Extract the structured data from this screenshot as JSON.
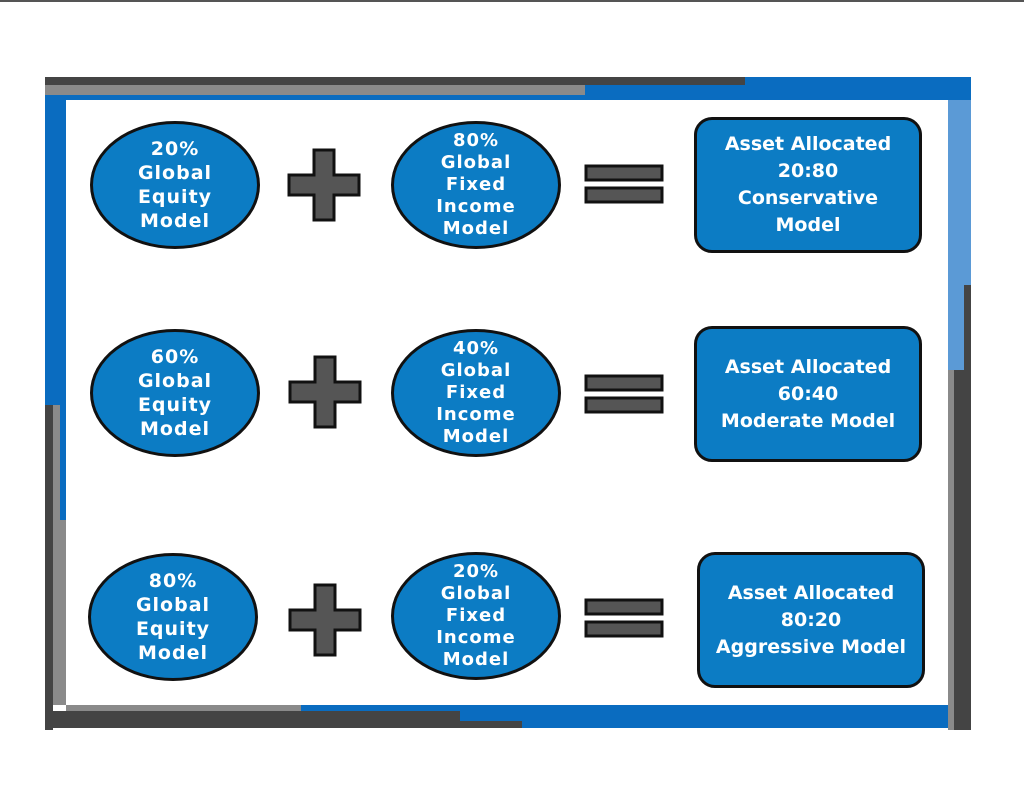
{
  "rows": [
    {
      "equity": {
        "line1": "20%",
        "line2": "Global",
        "line3": "Equity",
        "line4": "Model"
      },
      "fixed": {
        "line1": "80%",
        "line2": "Global",
        "line3": "Fixed",
        "line4": "Income",
        "line5": "Model"
      },
      "result": {
        "line1": "Asset Allocated",
        "line2": "20:80",
        "line3": "Conservative",
        "line4": "Model"
      }
    },
    {
      "equity": {
        "line1": "60%",
        "line2": "Global",
        "line3": "Equity",
        "line4": "Model"
      },
      "fixed": {
        "line1": "40%",
        "line2": "Global",
        "line3": "Fixed",
        "line4": "Income",
        "line5": "Model"
      },
      "result": {
        "line1": "Asset Allocated",
        "line2": "60:40",
        "line3": "Moderate Model"
      }
    },
    {
      "equity": {
        "line1": "80%",
        "line2": "Global",
        "line3": "Equity",
        "line4": "Model"
      },
      "fixed": {
        "line1": "20%",
        "line2": "Global",
        "line3": "Fixed",
        "line4": "Income",
        "line5": "Model"
      },
      "result": {
        "line1": "Asset Allocated",
        "line2": "80:20",
        "line3": "Aggressive Model"
      }
    }
  ],
  "colors": {
    "node_fill": "#0c7cc4",
    "operator_fill": "#555555",
    "frame_blue": "#0a6cc0",
    "frame_light_blue": "#5b9ad6",
    "frame_dark_gray": "#444444",
    "frame_gray": "#8a8a8a"
  }
}
